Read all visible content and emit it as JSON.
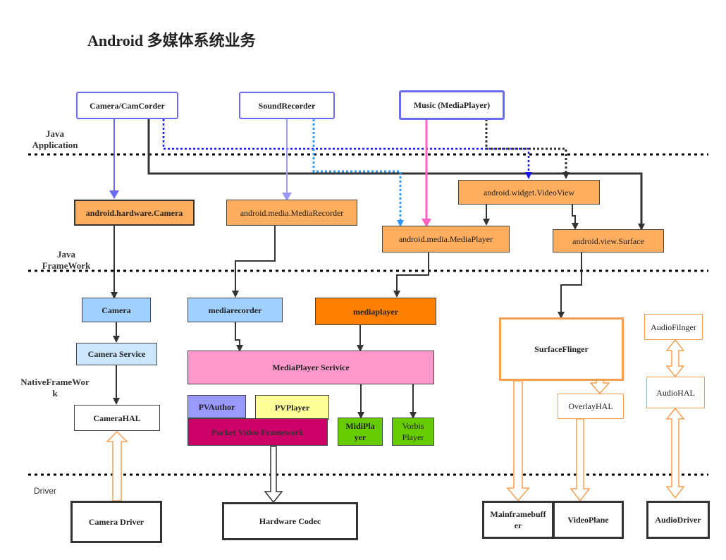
{
  "title": "Android 多媒体系统业务",
  "layers": {
    "java_application": "Java\nApplication",
    "java_framework": "Java\nFrameWork",
    "native_framework": "NativeFrameWor\nk",
    "driver": "Driver"
  },
  "nodes": {
    "camcorder": "Camera/CamCorder",
    "soundrecorder": "SoundRecorder",
    "music": "Music (MediaPlayer)",
    "hw_camera": "android.hardware.Camera",
    "media_recorder": "android.media.MediaRecorder",
    "video_view": "android.widget.VideoView",
    "media_player": "android.media.MediaPlayer",
    "view_surface": "android.view.Surface",
    "camera": "Camera",
    "camera_service": "Camera Service",
    "camera_hal": "CameraHAL",
    "mediarecorder": "mediarecorder",
    "mediaplayer": "mediaplayer",
    "mp_service": "MediaPlayer Serivice",
    "pv_author": "PVAuthor",
    "pv_player": "PVPlayer",
    "pv_framework": "Packet Video Framework",
    "midi_player": "MidiPlayer",
    "vorbis_player": "Vorbis Player",
    "surface_flinger": "SurfaceFlinger",
    "overlay_hal": "OverlayHAL",
    "audio_flinger": "AudioFilnger",
    "audio_hal": "AudioHAL",
    "camera_driver": "Camera Driver",
    "hardware_codec": "Hardware Codec",
    "mainframebuffer": "Mainframebuffer",
    "video_plane": "VideoPlane",
    "audio_driver": "AudioDriver"
  },
  "colors": {
    "app_border": "#6b6bf2",
    "framework_orange": "#ffad5e",
    "native_blue": "#9fd0ff",
    "mediaplayer_orange": "#ff8000",
    "service_pink": "#ff99cc",
    "pv_magenta": "#cc0066",
    "player_green": "#66cc00",
    "music_pink_line": "#ff5fc0",
    "dotted_blue": "#1a1aff",
    "dotted_lightblue": "#3399ff",
    "outline_orange": "#f5a050"
  }
}
